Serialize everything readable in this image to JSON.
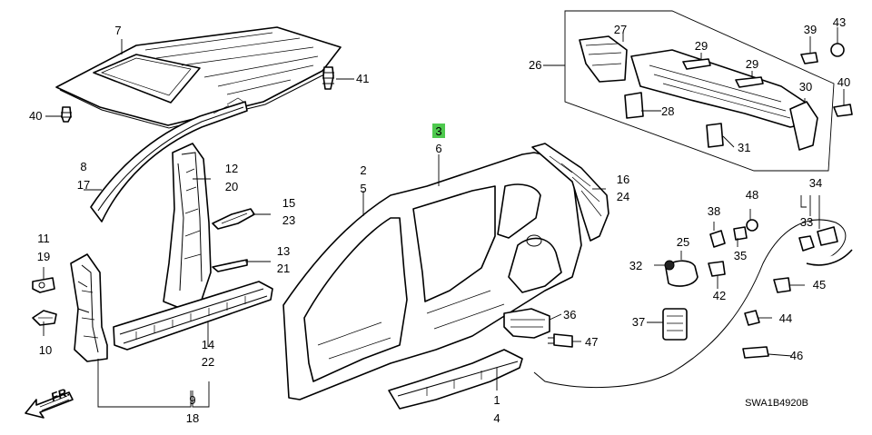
{
  "callouts": {
    "c1": "1",
    "c2": "2",
    "c3": "3",
    "c4": "4",
    "c5": "5",
    "c6": "6",
    "c7": "7",
    "c8": "8",
    "c9": "9",
    "c10": "10",
    "c11": "11",
    "c12": "12",
    "c13": "13",
    "c14": "14",
    "c15": "15",
    "c16": "16",
    "c17": "17",
    "c18": "18",
    "c19": "19",
    "c20": "20",
    "c21": "21",
    "c22": "22",
    "c23": "23",
    "c24": "24",
    "c25": "25",
    "c26": "26",
    "c27": "27",
    "c28": "28",
    "c29a": "29",
    "c29b": "29",
    "c30": "30",
    "c31": "31",
    "c32": "32",
    "c33": "33",
    "c34": "34",
    "c35": "35",
    "c36": "36",
    "c37": "37",
    "c38": "38",
    "c39": "39",
    "c40a": "40",
    "c40b": "40",
    "c41": "41",
    "c42": "42",
    "c43": "43",
    "c44": "44",
    "c45": "45",
    "c46": "46",
    "c47": "47",
    "c48": "48"
  },
  "highlight_color": "#4ec94e",
  "front_arrow_label": "FR.",
  "diagram_code": "SWA1B4920B"
}
